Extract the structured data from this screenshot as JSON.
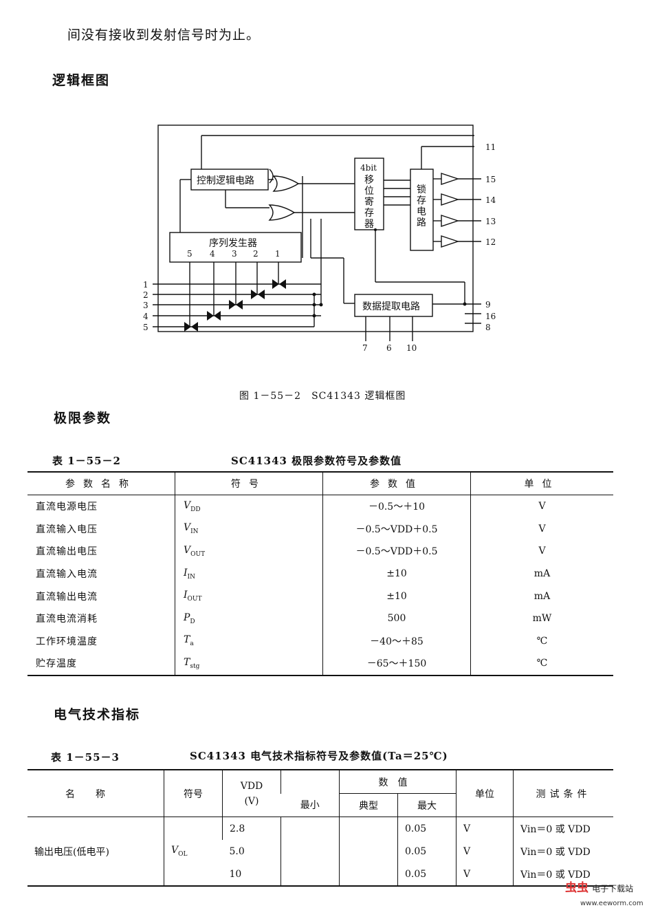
{
  "intro_text": "间没有接收到发射信号时为止。",
  "sections": {
    "logic_title": "逻辑框图",
    "limits_title": "极限参数",
    "electrical_title": "电气技术指标"
  },
  "diagram": {
    "caption": "图 1－55－2　SC41343 逻辑框图",
    "blocks": {
      "control": "控制逻辑电路",
      "shift": [
        "4bit",
        "移",
        "位",
        "寄",
        "存",
        "器"
      ],
      "latch": [
        "锁",
        "存",
        "电",
        "路"
      ],
      "sequence": "序列发生器",
      "extract": "数据提取电路"
    },
    "seq_pins": [
      "5",
      "4",
      "3",
      "2",
      "1"
    ],
    "left_pins": [
      "1",
      "2",
      "3",
      "4",
      "5"
    ],
    "right_pins": [
      "11",
      "15",
      "14",
      "13",
      "12",
      "9",
      "16",
      "8"
    ],
    "bottom_pins": [
      "7",
      "6",
      "10"
    ]
  },
  "table2": {
    "label": "表 1－55－2",
    "title": "SC41343 极限参数符号及参数值",
    "headers": [
      "参数名称",
      "符号",
      "参数值",
      "单位"
    ],
    "rows": [
      {
        "name": "直流电源电压",
        "sym": "V",
        "sub": "DD",
        "val": "－0.5～＋10",
        "unit": "V"
      },
      {
        "name": "直流输入电压",
        "sym": "V",
        "sub": "IN",
        "val": "－0.5～VDD＋0.5",
        "unit": "V"
      },
      {
        "name": "直流输出电压",
        "sym": "V",
        "sub": "OUT",
        "val": "－0.5～VDD＋0.5",
        "unit": "V"
      },
      {
        "name": "直流输入电流",
        "sym": "I",
        "sub": "IN",
        "val": "±10",
        "unit": "mA"
      },
      {
        "name": "直流输出电流",
        "sym": "I",
        "sub": "OUT",
        "val": "±10",
        "unit": "mA"
      },
      {
        "name": "直流电流消耗",
        "sym": "P",
        "sub": "D",
        "val": "500",
        "unit": "mW"
      },
      {
        "name": "工作环境温度",
        "sym": "T",
        "sub": "a",
        "val": "－40～＋85",
        "unit": "℃"
      },
      {
        "name": "贮存温度",
        "sym": "T",
        "sub": "stg",
        "val": "－65～＋150",
        "unit": "℃"
      }
    ]
  },
  "table3": {
    "label": "表 1－55－3",
    "title": "SC41343 电气技术指标符号及参数值(Ta＝25℃)",
    "headers": {
      "name": "名称",
      "sym": "符号",
      "vdd": "VDD",
      "vdd_unit": "(V)",
      "values": "数值",
      "min": "最小",
      "typ": "典型",
      "max": "最大",
      "unit": "单位",
      "cond": "测试条件"
    },
    "param_name": "输出电压(低电平)",
    "param_sym": "V",
    "param_sub": "OL",
    "rows": [
      {
        "vdd": "2.8",
        "min": "",
        "typ": "",
        "max": "0.05",
        "unit": "V",
        "cond": "Vin＝0 或 VDD"
      },
      {
        "vdd": "5.0",
        "min": "",
        "typ": "",
        "max": "0.05",
        "unit": "V",
        "cond": "Vin＝0 或 VDD"
      },
      {
        "vdd": "10",
        "min": "",
        "typ": "",
        "max": "0.05",
        "unit": "V",
        "cond": "Vin＝0 或 VDD"
      }
    ]
  },
  "watermark": {
    "brand": "虫虫",
    "name": "电子下载站",
    "url": "www.eeworm.com"
  }
}
